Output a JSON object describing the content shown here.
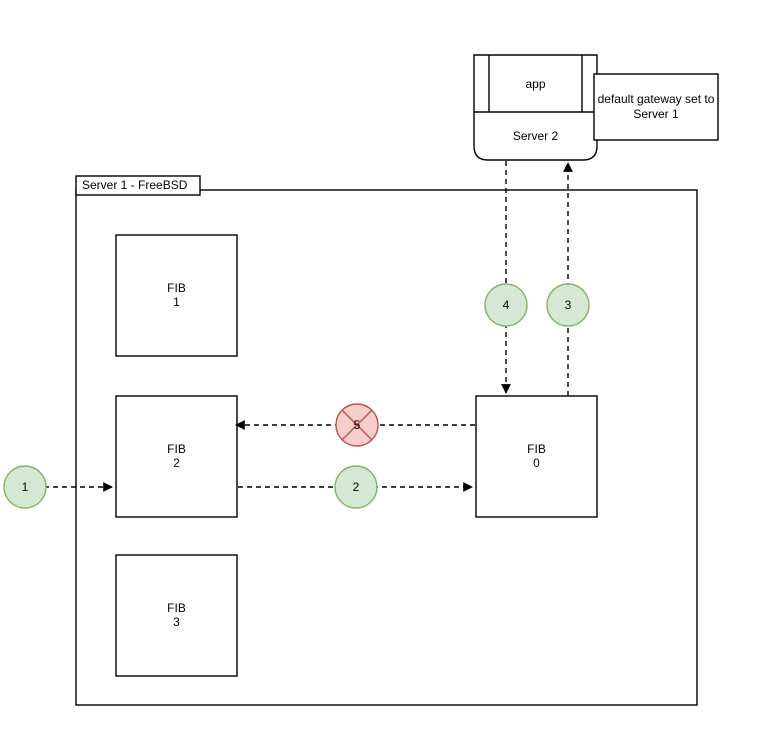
{
  "diagram": {
    "title": "",
    "colors": {
      "stroke": "#000000",
      "fill": "#ffffff",
      "green_fill": "#d5e8d4",
      "green_stroke": "#82b366",
      "red_fill": "#f8cecc",
      "red_stroke": "#b85450"
    },
    "container": {
      "tab_label": "Server 1 - FreeBSD"
    },
    "fib_nodes": [
      {
        "id": "fib1",
        "line1": "FIB",
        "line2": "1"
      },
      {
        "id": "fib2",
        "line1": "FIB",
        "line2": "2"
      },
      {
        "id": "fib3",
        "line1": "FIB",
        "line2": "3"
      },
      {
        "id": "fib0",
        "line1": "FIB",
        "line2": "0"
      }
    ],
    "server2": {
      "app_label": "app",
      "server_label": "Server 2"
    },
    "note": {
      "text": "default gateway set to\nServer 1"
    },
    "badges": [
      {
        "id": "badge-1",
        "label": "1",
        "state": "allowed"
      },
      {
        "id": "badge-2",
        "label": "2",
        "state": "allowed"
      },
      {
        "id": "badge-3",
        "label": "3",
        "state": "allowed"
      },
      {
        "id": "badge-4",
        "label": "4",
        "state": "allowed"
      },
      {
        "id": "badge-5",
        "label": "5",
        "state": "blocked"
      }
    ]
  }
}
